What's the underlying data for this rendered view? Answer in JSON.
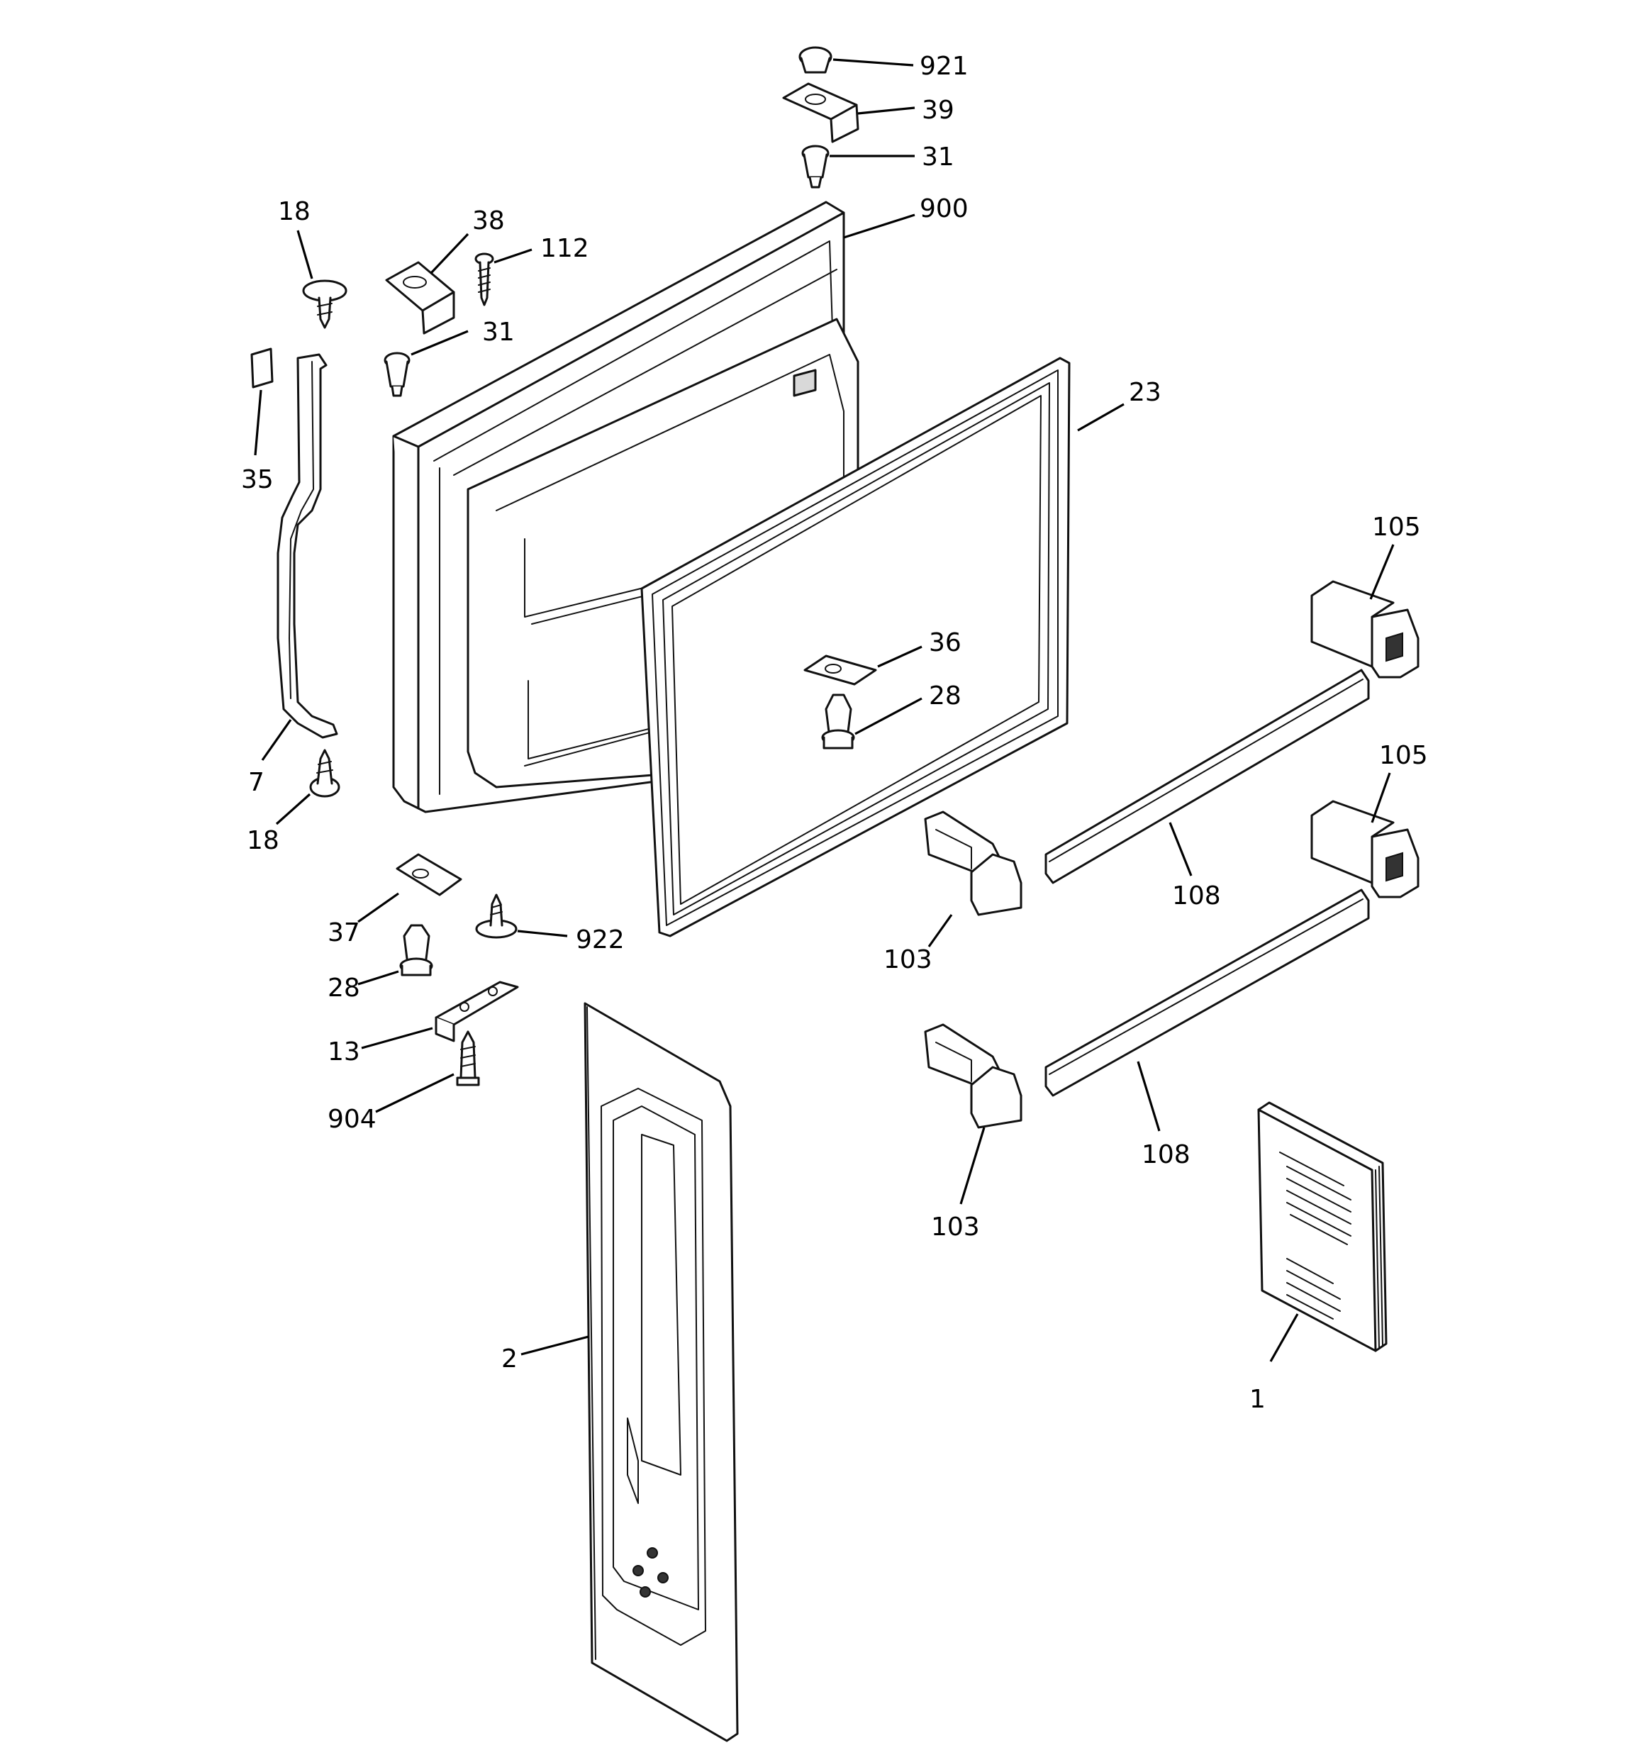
{
  "diagram": {
    "callouts": [
      {
        "id": "c921",
        "label": "921"
      },
      {
        "id": "c39",
        "label": "39"
      },
      {
        "id": "c31a",
        "label": "31"
      },
      {
        "id": "c900",
        "label": "900"
      },
      {
        "id": "c18a",
        "label": "18"
      },
      {
        "id": "c38",
        "label": "38"
      },
      {
        "id": "c112",
        "label": "112"
      },
      {
        "id": "c31b",
        "label": "31"
      },
      {
        "id": "c35",
        "label": "35"
      },
      {
        "id": "c23",
        "label": "23"
      },
      {
        "id": "c105a",
        "label": "105"
      },
      {
        "id": "c36",
        "label": "36"
      },
      {
        "id": "c28a",
        "label": "28"
      },
      {
        "id": "c7",
        "label": "7"
      },
      {
        "id": "c18b",
        "label": "18"
      },
      {
        "id": "c105b",
        "label": "105"
      },
      {
        "id": "c108a",
        "label": "108"
      },
      {
        "id": "c103a",
        "label": "103"
      },
      {
        "id": "c37",
        "label": "37"
      },
      {
        "id": "c922",
        "label": "922"
      },
      {
        "id": "c28b",
        "label": "28"
      },
      {
        "id": "c13",
        "label": "13"
      },
      {
        "id": "c904",
        "label": "904"
      },
      {
        "id": "c108b",
        "label": "108"
      },
      {
        "id": "c103b",
        "label": "103"
      },
      {
        "id": "c2",
        "label": "2"
      },
      {
        "id": "c1",
        "label": "1"
      }
    ]
  }
}
